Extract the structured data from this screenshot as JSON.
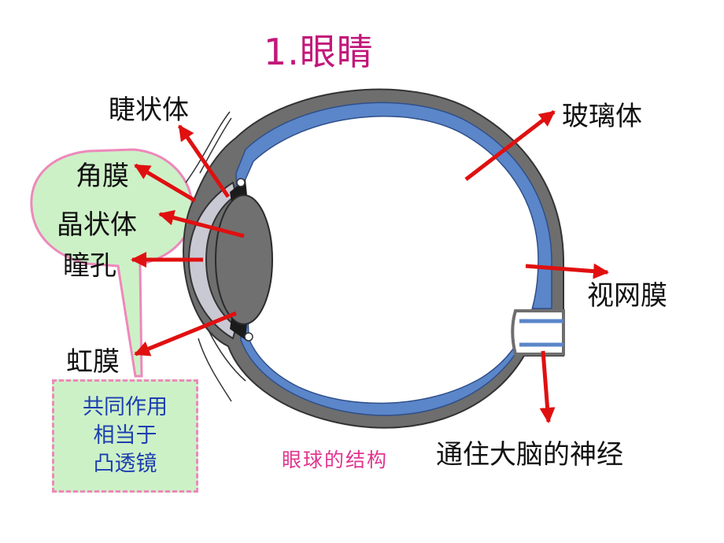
{
  "title": "1.眼睛",
  "labels": {
    "ciliary_body": "睫状体",
    "vitreous": "玻璃体",
    "cornea": "角膜",
    "lens": "晶状体",
    "pupil": "瞳孔",
    "retina": "视网膜",
    "iris": "虹膜",
    "optic_nerve": "通住大脑的神经"
  },
  "note": {
    "lines": [
      "共同作用",
      "相当于",
      "凸透镜"
    ]
  },
  "caption": "眼球的结构",
  "colors": {
    "title": "#c2187a",
    "arrow": "#e01010",
    "sclera": "#6e6e6e",
    "choroid": "#5b86c9",
    "note_fill": "#cdf1c7",
    "note_border": "#ee88bb",
    "note_text": "#1d3fb0",
    "caption": "#e0358f"
  }
}
